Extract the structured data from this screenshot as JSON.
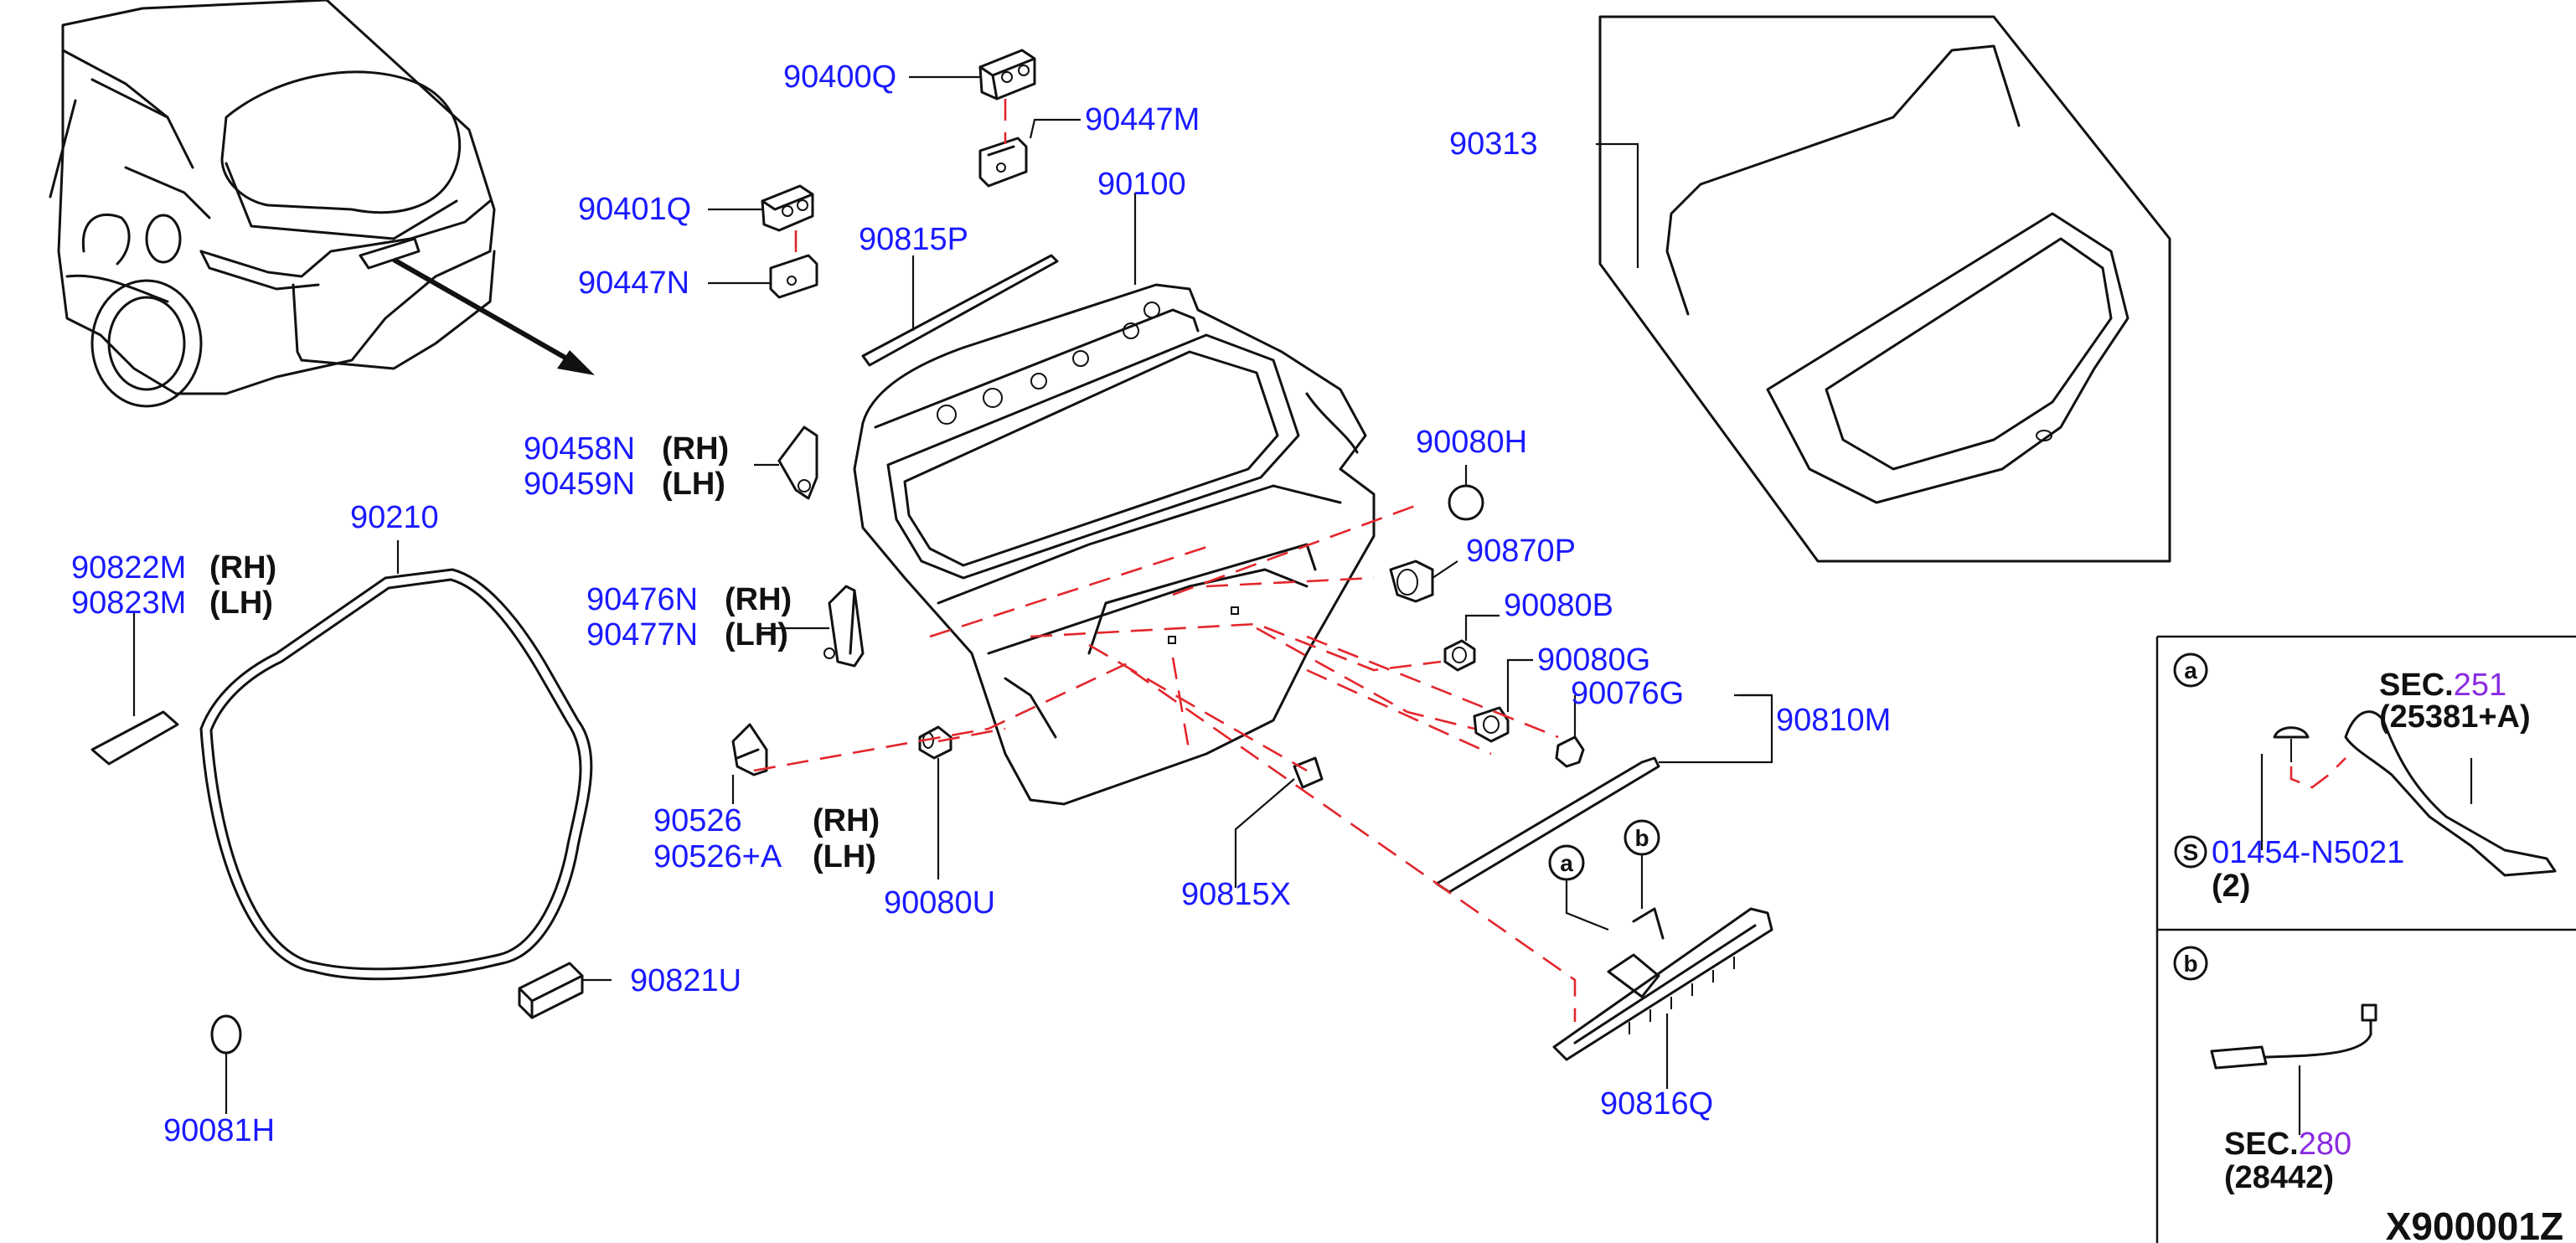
{
  "labels": {
    "p90400Q": "90400Q",
    "p90447M": "90447M",
    "p90401Q": "90401Q",
    "p90447N": "90447N",
    "p90815P": "90815P",
    "p90100": "90100",
    "p90313": "90313",
    "p90458N": "90458N",
    "p90459N": "90459N",
    "p90210": "90210",
    "p90822M": "90822M",
    "p90823M": "90823M",
    "p90476N": "90476N",
    "p90477N": "90477N",
    "p90080H": "90080H",
    "p90870P": "90870P",
    "p90080B": "90080B",
    "p90080G": "90080G",
    "p90076G": "90076G",
    "p90810M": "90810M",
    "p90526": "90526",
    "p90526A": "90526+A",
    "p90080U": "90080U",
    "p90815X": "90815X",
    "p90816Q": "90816Q",
    "p90821U": "90821U",
    "p90081H": "90081H"
  },
  "sides": {
    "rh": "(RH)",
    "lh": "(LH)"
  },
  "callouts": {
    "a": "a",
    "b": "b"
  },
  "inset": {
    "a_label": "a",
    "b_label": "b",
    "sec_prefix": "SEC.",
    "sec251": "251",
    "sec251_part": "(25381+A)",
    "screw_symbol": "S",
    "screw_part": "01454-N5021",
    "screw_qty": "(2)",
    "sec280": "280",
    "sec280_part": "(28442)"
  },
  "diagram_code": "X900001Z",
  "colors": {
    "part_number": "#1a1aff",
    "section_number": "#8a2be2",
    "dashed_leader": "#e3262c",
    "line_art": "#111111"
  }
}
